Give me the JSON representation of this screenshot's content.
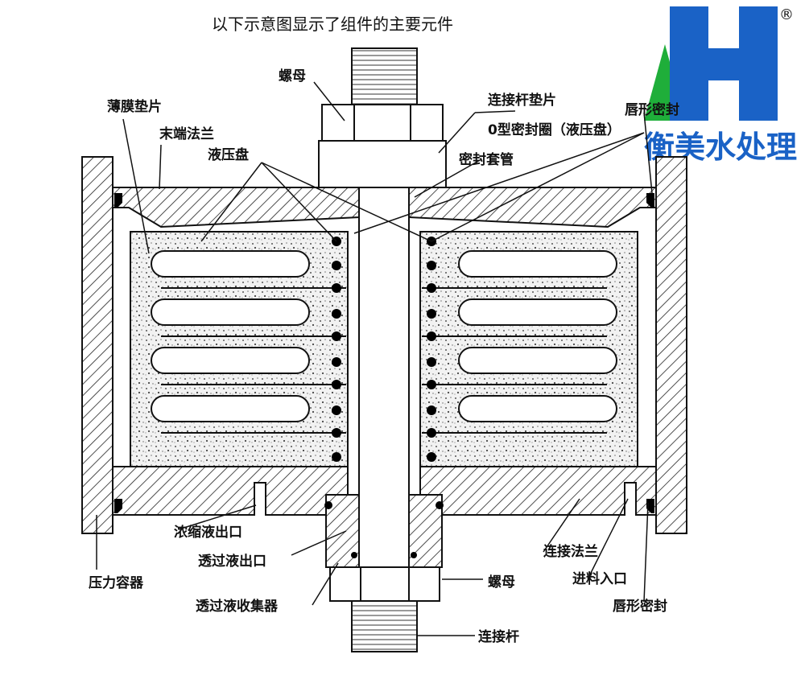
{
  "title": "以下示意图显示了组件的主要元件",
  "logo": {
    "text": "衡美水处理",
    "mark": "H",
    "registered": "®",
    "colors": {
      "blue": "#1a62c6",
      "green": "#1fae3a"
    }
  },
  "labels": {
    "nut_top": "螺母",
    "membrane_shim": "薄膜垫片",
    "end_flange": "末端法兰",
    "hydraulic_disk": "液压盘",
    "rod_shim": "连接杆垫片",
    "lip_seal_top": "唇形密封",
    "o_ring": "0型密封圈（液压盘）",
    "seal_sleeve": "密封套管",
    "concentrate_outlet": "浓缩液出口",
    "permeate_outlet": "透过液出口",
    "pressure_vessel": "压力容器",
    "permeate_collector": "透过液收集器",
    "nut_bottom": "螺母",
    "connecting_flange": "连接法兰",
    "feed_inlet": "进料入口",
    "lip_seal_bottom": "唇形密封",
    "tie_rod": "连接杆"
  }
}
